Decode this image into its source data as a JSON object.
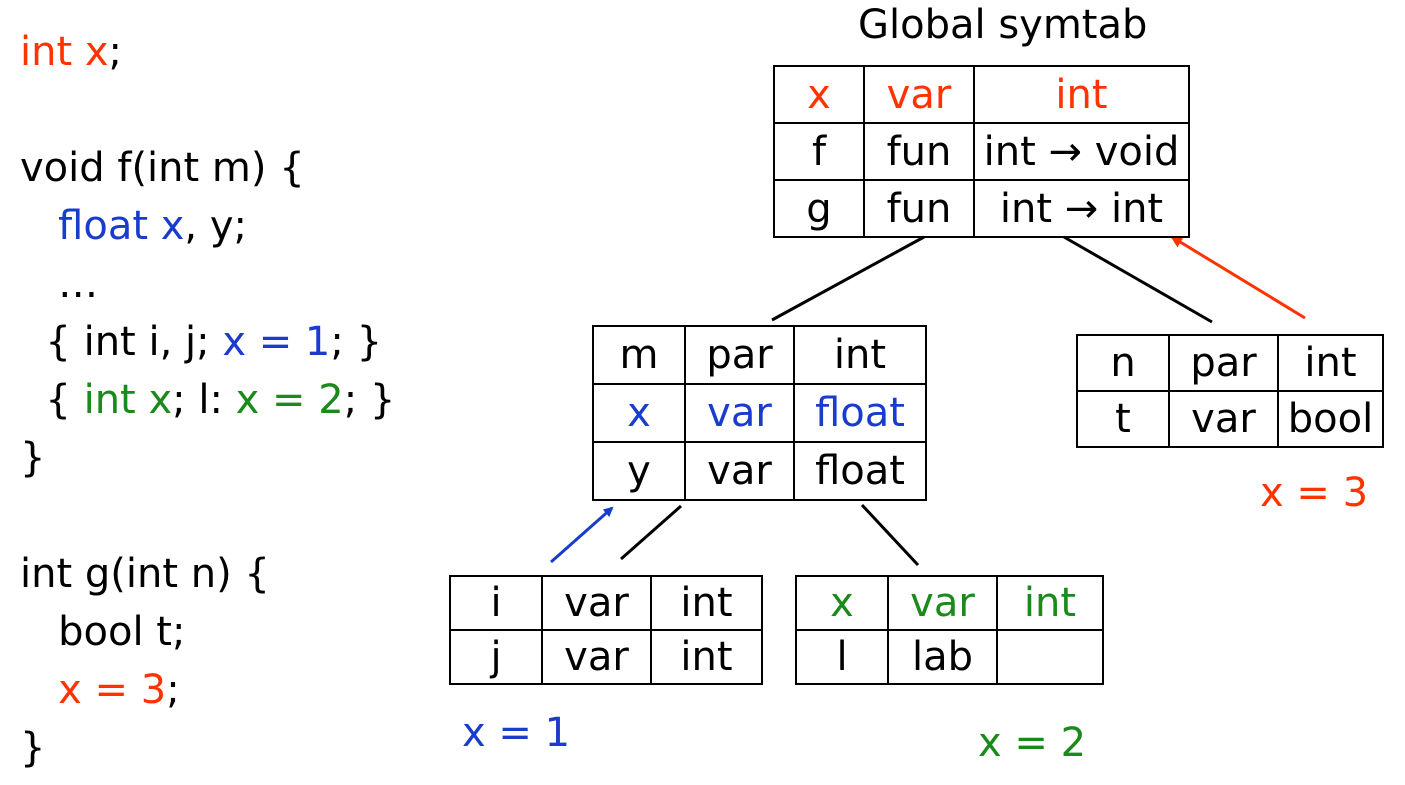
{
  "title": "Global symtab",
  "colors": {
    "red": "#ff3300",
    "blue": "#1a3ccc",
    "green": "#1a8a1a",
    "black": "#000000"
  },
  "code": [
    [
      {
        "t": "int x",
        "c": "red"
      },
      {
        "t": ";",
        "c": "black"
      }
    ],
    [],
    [
      {
        "t": "void f(int m) {",
        "c": "black"
      }
    ],
    [
      {
        "t": "   ",
        "c": "black"
      },
      {
        "t": "float x",
        "c": "blue"
      },
      {
        "t": ", y;",
        "c": "black"
      }
    ],
    [
      {
        "t": "   …",
        "c": "black"
      }
    ],
    [
      {
        "t": "  { int i, j; ",
        "c": "black"
      },
      {
        "t": "x = 1",
        "c": "blue"
      },
      {
        "t": "; }",
        "c": "black"
      }
    ],
    [
      {
        "t": "  { ",
        "c": "black"
      },
      {
        "t": "int x",
        "c": "green"
      },
      {
        "t": "; l: ",
        "c": "black"
      },
      {
        "t": "x = 2",
        "c": "green"
      },
      {
        "t": "; }",
        "c": "black"
      }
    ],
    [
      {
        "t": "}",
        "c": "black"
      }
    ],
    [],
    [
      {
        "t": "int g(int n) {",
        "c": "black"
      }
    ],
    [
      {
        "t": "   bool t;",
        "c": "black"
      }
    ],
    [
      {
        "t": "   ",
        "c": "black"
      },
      {
        "t": "x = 3",
        "c": "red"
      },
      {
        "t": ";",
        "c": "black"
      }
    ],
    [
      {
        "t": "}",
        "c": "black"
      }
    ]
  ],
  "tables": {
    "global": [
      [
        {
          "t": "x",
          "c": "red"
        },
        {
          "t": "var",
          "c": "red"
        },
        {
          "t": "int",
          "c": "red"
        }
      ],
      [
        {
          "t": "f",
          "c": "black"
        },
        {
          "t": "fun",
          "c": "black"
        },
        {
          "t": "int → void",
          "c": "black"
        }
      ],
      [
        {
          "t": "g",
          "c": "black"
        },
        {
          "t": "fun",
          "c": "black"
        },
        {
          "t": "int → int",
          "c": "black"
        }
      ]
    ],
    "f_scope": [
      [
        {
          "t": "m",
          "c": "black"
        },
        {
          "t": "par",
          "c": "black"
        },
        {
          "t": "int",
          "c": "black"
        }
      ],
      [
        {
          "t": "x",
          "c": "blue"
        },
        {
          "t": "var",
          "c": "blue"
        },
        {
          "t": "float",
          "c": "blue"
        }
      ],
      [
        {
          "t": "y",
          "c": "black"
        },
        {
          "t": "var",
          "c": "black"
        },
        {
          "t": "float",
          "c": "black"
        }
      ]
    ],
    "g_scope": [
      [
        {
          "t": "n",
          "c": "black"
        },
        {
          "t": "par",
          "c": "black"
        },
        {
          "t": "int",
          "c": "black"
        }
      ],
      [
        {
          "t": "t",
          "c": "black"
        },
        {
          "t": "var",
          "c": "black"
        },
        {
          "t": "bool",
          "c": "black"
        }
      ]
    ],
    "block1": [
      [
        {
          "t": "i",
          "c": "black"
        },
        {
          "t": "var",
          "c": "black"
        },
        {
          "t": "int",
          "c": "black"
        }
      ],
      [
        {
          "t": "j",
          "c": "black"
        },
        {
          "t": "var",
          "c": "black"
        },
        {
          "t": "int",
          "c": "black"
        }
      ]
    ],
    "block2": [
      [
        {
          "t": "x",
          "c": "green"
        },
        {
          "t": "var",
          "c": "green"
        },
        {
          "t": "int",
          "c": "green"
        }
      ],
      [
        {
          "t": "l",
          "c": "black"
        },
        {
          "t": "lab",
          "c": "black"
        },
        {
          "t": "",
          "c": "black"
        }
      ]
    ]
  },
  "captions": {
    "x1": "x = 1",
    "x2": "x = 2",
    "x3": "x = 3"
  }
}
